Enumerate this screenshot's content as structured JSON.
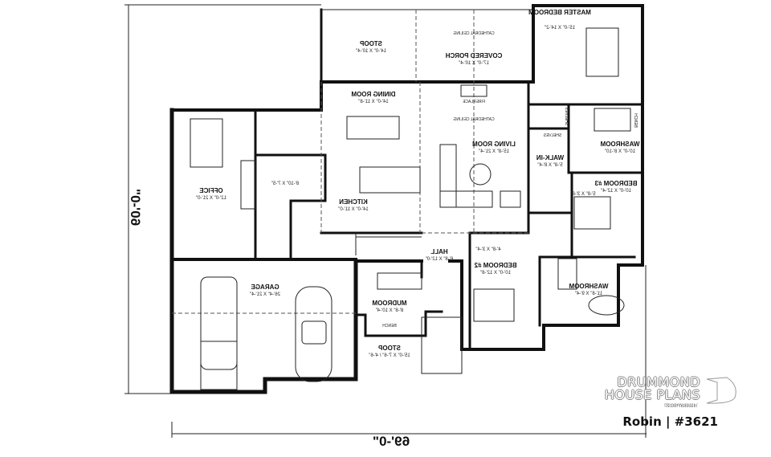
{
  "plan": {
    "overall_width": "69'-0\"",
    "overall_depth": "60'-0\"",
    "rooms": [
      {
        "name": "STOOP",
        "size": "14'-0\" X 10'-4\""
      },
      {
        "name": "COVERED PORCH",
        "size": "17'-0\" X 10'-4\""
      },
      {
        "name": "MASTER BEDROOM",
        "size": "15'-0\" X 14'-2\""
      },
      {
        "name": "DINING ROOM",
        "size": "14'-0\" X 11'-8\""
      },
      {
        "name": "LIVING ROOM",
        "size": "15'-8\" X 21'-4\""
      },
      {
        "name": "WASHROOM",
        "size": "10'-0\" X 8'-10\""
      },
      {
        "name": "WALK-IN",
        "size": "5'-8\" X 8'-4\""
      },
      {
        "name": "BEDROOM #3",
        "size": "10'-0\" X 12'-4\""
      },
      {
        "name": "KITCHEN",
        "size": "14'-0\" X 11'-0\""
      },
      {
        "name": "OFFICE",
        "size": "12'-0\" X 21'-0\""
      },
      {
        "name": "HALL",
        "size": "6'-8\" X 12'-0\""
      },
      {
        "name": "BEDROOM #2",
        "size": "10'-0\" X 12'-8\""
      },
      {
        "name": "WASHROOM",
        "size": "11'-8\" X 9'-4\""
      },
      {
        "name": "GARAGE",
        "size": "26'-4\" X 21'-4\""
      },
      {
        "name": "MUDROOM",
        "size": "8'-8\" X 10'-4\""
      },
      {
        "name": "STOOP",
        "size": "15'-0\" X 7'-6\" / 4'-6\""
      }
    ],
    "closets": [
      "8'-10\" X 7'-5\"",
      "5'-8\" X 3'-8\"",
      "4'-8\" X 3'-4\""
    ],
    "notes": {
      "cathedral_ceiling": "CATHEDRAL CEILING",
      "fireplace": "FIREPLACE",
      "shelves": "SHELVES",
      "bench": "BENCH"
    }
  },
  "branding": {
    "line1": "DRUMMOND",
    "line2": "HOUSE PLANS",
    "copyright": "©COPYRIGHT",
    "plan_name": "Robin | #3621"
  }
}
